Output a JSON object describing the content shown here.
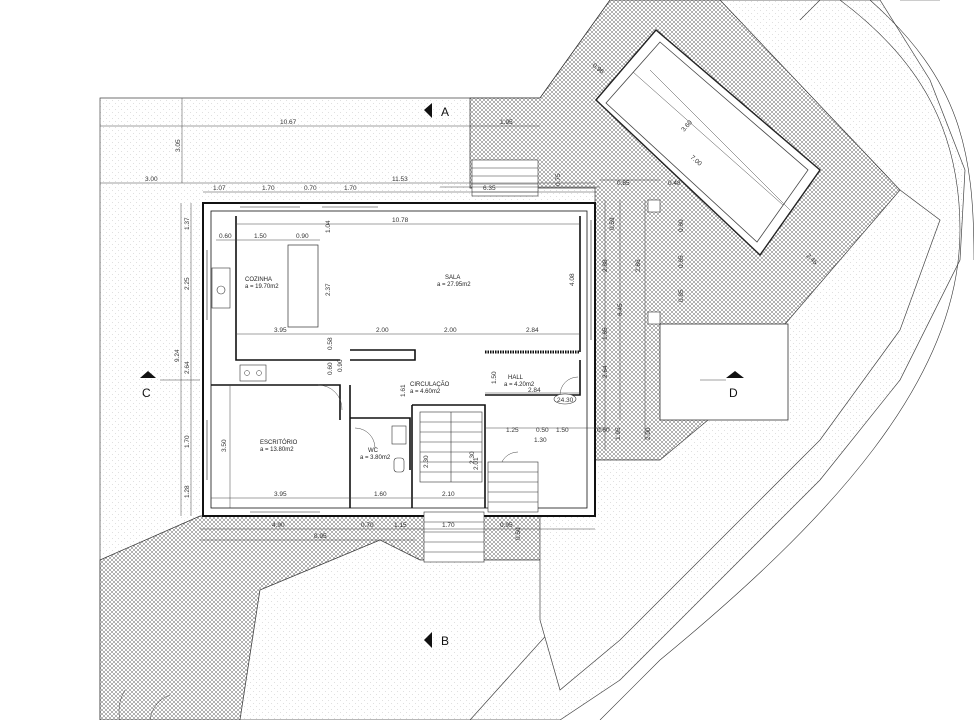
{
  "rooms": {
    "cozinha": {
      "name": "COZINHA",
      "area": "a = 19.70m2"
    },
    "sala": {
      "name": "SALA",
      "area": "a = 27.95m2"
    },
    "circulacao": {
      "name": "CIRCULAÇÃO",
      "area": "a = 4.60m2"
    },
    "hall": {
      "name": "HALL",
      "area": "a = 4.20m2"
    },
    "escritorio": {
      "name": "ESCRITÓRIO",
      "area": "a = 13.80m2"
    },
    "wc": {
      "name": "WC",
      "area": "a = 3.80m2"
    }
  },
  "sections": {
    "a": "A",
    "b": "B",
    "c": "C",
    "d": "D"
  },
  "level_tag": "24.30",
  "dims": {
    "top_total": "10.67",
    "top_right": "1.95",
    "left_offset": "3.00",
    "mid_total": "11.53",
    "mid_right": "6.35",
    "d107": "1.07",
    "d170a": "1.70",
    "d070": "0.70",
    "d170b": "1.70",
    "d1078": "10.78",
    "d060": "0.60",
    "d150": "1.50",
    "d090": "0.90",
    "d104": "1.04",
    "d237": "2.37",
    "d408": "4.08",
    "d395a": "3.95",
    "d200a": "2.00",
    "d200b": "2.00",
    "d284a": "2.84",
    "d058": "0.58",
    "d060b": "0.60",
    "d090b": "0.90",
    "d161": "1.61",
    "d150b": "1.50",
    "d284b": "2.84",
    "v305": "3.05",
    "v137": "1.37",
    "v225": "2.25",
    "v264": "2.64",
    "v924": "9.24",
    "v170": "1.70",
    "v128": "1.28",
    "v350": "3.50",
    "d395b": "3.95",
    "d160": "1.60",
    "d210": "2.10",
    "d230": "2.30",
    "d201": "2.01",
    "d125": "1.25",
    "d130": "1.30",
    "d150c": "1.50",
    "b490": "4.90",
    "b070": "0.70",
    "b115": "1.15",
    "b170": "1.70",
    "b095": "0.95",
    "b895": "8.95",
    "b050": "0.50",
    "b230": "2.30",
    "pool_w": "3.60",
    "pool_l": "7.00",
    "r048": "0.48",
    "r085": "0.85",
    "r075": "0.75",
    "r059": "0.59",
    "r286": "2.86",
    "r645": "6.45",
    "r060": "0.60",
    "r065": "0.65",
    "r085b": "0.85",
    "r288": "2.88",
    "r264": "2.64",
    "r200": "2.00",
    "r165": "1.65",
    "r195": "1.95",
    "r050": "0.50",
    "r060b": "0.60",
    "r245": "2.45",
    "r096": "0.96"
  }
}
